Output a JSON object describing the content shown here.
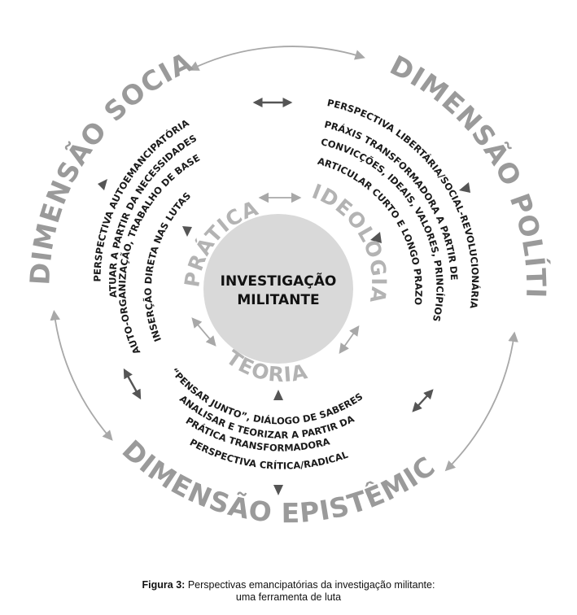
{
  "diagram": {
    "center": {
      "line1": "INVESTIGAÇÃO",
      "line2": "MILITANTE"
    },
    "middle_ring": {
      "left": "PRÁTICA",
      "right": "IDEOLOGIA",
      "bottom": "TEORIA"
    },
    "outer_ring": {
      "social": "DIMENSÃO SOCIAL",
      "politica": "DIMENSÃO POLÍTICA",
      "epistemica": "DIMENSÃO EPISTÊMICA"
    },
    "left_block": [
      "PERSPECTIVA AUTOEMANCIPATÓRIA",
      "ATUAR A PARTIR DA NECESSIDADES",
      "AUTO-ORGANIZAÇÃO, TRABALHO DE BASE",
      "INSERÇÃO DIRETA NAS LUTAS"
    ],
    "right_block": [
      "PERSPECTIVA  LIBERTÁRIA/SOCIAL-REVOLUCIONÁRIA",
      "PRÁXIS TRANSFORMADORA A PARTIR DE",
      "CONVICÇÕES, IDEAIS, VALORES, PRINCÍPIOS",
      "ARTICULAR CURTO E LONGO PRAZO"
    ],
    "bottom_block": [
      "“PENSAR JUNTO”, DIÁLOGO DE SABERES",
      "ANALISAR E TEORIZAR A PARTIR DA",
      "PRÁTICA TRANSFORMADORA",
      "PERSPECTIVA  CRÍTICA/RADICAL"
    ],
    "colors": {
      "outer_text": "#9a9a9a",
      "middle_text": "#b3b3b3",
      "center_fill": "#d9d9d9",
      "dark_arrow": "#555555",
      "light_arrow": "#a8a8a8"
    }
  },
  "caption": {
    "label": "Figura 3:",
    "text": " Perspectivas emancipatórias da investigação militante:",
    "line2": "uma ferramenta de luta"
  }
}
